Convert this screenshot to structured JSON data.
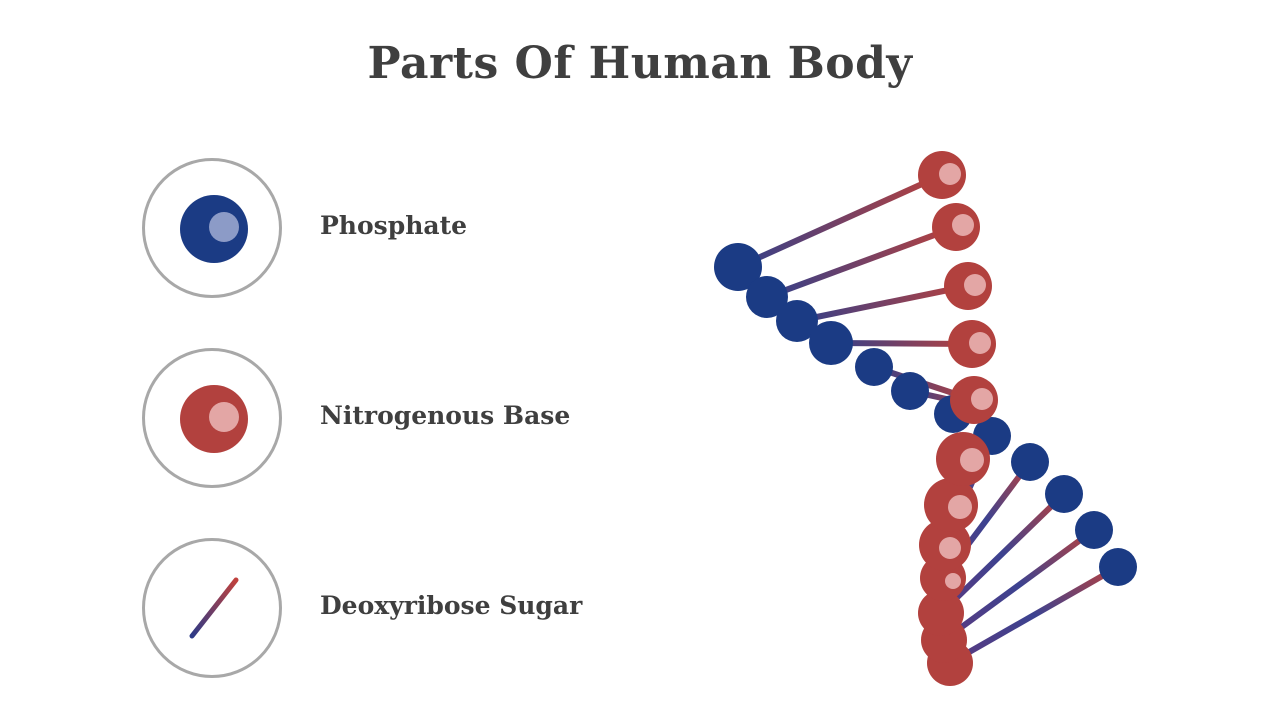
{
  "title": "Parts Of Human Body",
  "colors": {
    "phosphate": "#1b3b84",
    "phosphate_highlight": "#8c9bc7",
    "base": "#b2413e",
    "base_highlight": "#e3a6a5",
    "ring": "#a8a8a8",
    "text": "#3f3f3f"
  },
  "legend": [
    {
      "label": "Phosphate",
      "icon": "phosphate-icon"
    },
    {
      "label": "Nitrogenous Base",
      "icon": "nitrogenous-base-icon"
    },
    {
      "label": "Deoxyribose Sugar",
      "icon": "deoxyribose-sugar-icon"
    }
  ]
}
